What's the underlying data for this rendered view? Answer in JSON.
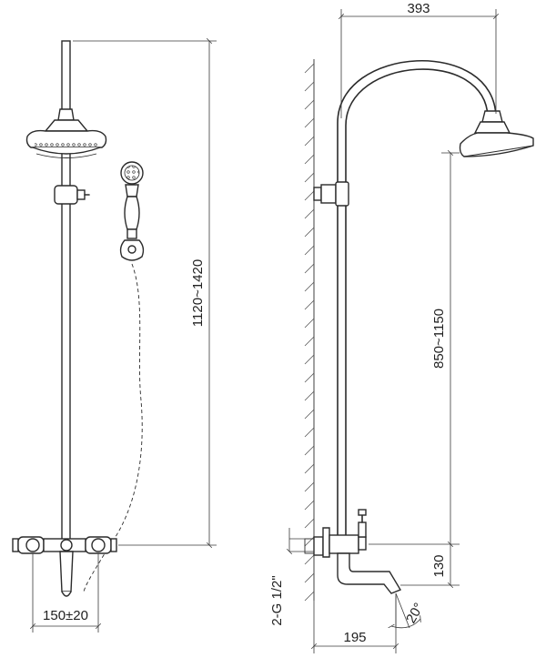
{
  "dimensions": {
    "head_height_range": "1120~1420",
    "arm_reach": "393",
    "spout_height_range": "850~1150",
    "inlet_spacing": "150±20",
    "inlet_height": "130",
    "thread_spec": "2-G 1/2\"",
    "spout_projection": "195",
    "spout_angle": "20°"
  },
  "colors": {
    "line": "#2b2b2b",
    "background": "#ffffff"
  }
}
